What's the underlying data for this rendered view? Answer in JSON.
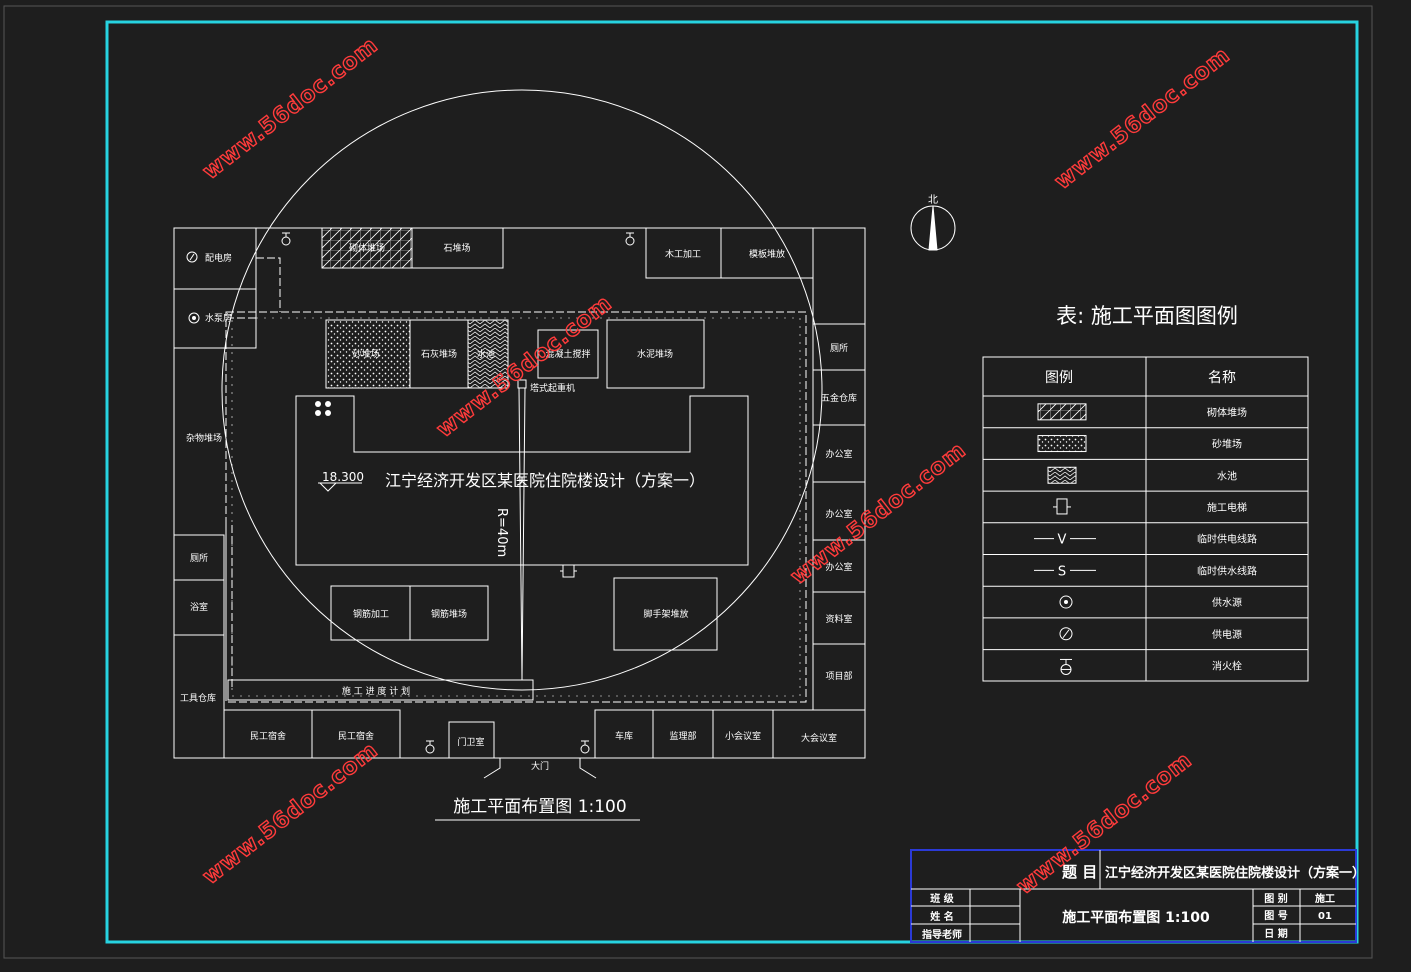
{
  "site": {
    "north": "北",
    "title": "施工平面布置图 1:100",
    "building_label": "江宁经济开发区某医院住院楼设计（方案一）",
    "elevation": "18.300",
    "crane_radius": "R=40m",
    "crane_label": "塔式起重机",
    "gate_label": "大门",
    "progress_label": "施 工 进 度 计 划",
    "rooms": {
      "power": "配电房",
      "pump": "水泵房",
      "brick_yard": "砌体堆场",
      "stone_yard": "石堆场",
      "carpentry": "木工加工",
      "formwork": "模板堆放",
      "sand_yard": "砂堆场",
      "lime_yard": "石灰堆场",
      "pool": "水池",
      "concrete_mix": "混凝土搅拌",
      "cement_yard": "水泥堆场",
      "toilet_right": "厕所",
      "hardware": "五金仓库",
      "office1": "办公室",
      "office2": "办公室",
      "office3": "办公室",
      "archive": "资料室",
      "project_dept": "项目部",
      "misc_yard": "杂物堆场",
      "toilet_left": "厕所",
      "bath": "浴室",
      "tool_room": "工具仓库",
      "rebar_process": "钢筋加工",
      "rebar_yard": "钢筋堆场",
      "scaffold": "脚手架堆放",
      "dorm1": "民工宿舍",
      "dorm2": "民工宿舍",
      "guard": "门卫室",
      "garage": "车库",
      "supervision": "监理部",
      "meeting_small": "小会议室",
      "meeting_large": "大会议室"
    }
  },
  "legend": {
    "title": "表: 施工平面图图例",
    "col_symbol": "图例",
    "col_name": "名称",
    "rows": [
      {
        "icon": "brick-hatch-icon",
        "name": "砌体堆场"
      },
      {
        "icon": "sand-dots-icon",
        "name": "砂堆场"
      },
      {
        "icon": "pool-wave-icon",
        "name": "水池"
      },
      {
        "icon": "elevator-icon",
        "name": "施工电梯"
      },
      {
        "icon": "power-line-icon",
        "symbol": "V",
        "name": "临时供电线路"
      },
      {
        "icon": "water-line-icon",
        "symbol": "S",
        "name": "临时供水线路"
      },
      {
        "icon": "water-source-icon",
        "name": "供水源"
      },
      {
        "icon": "power-source-icon",
        "name": "供电源"
      },
      {
        "icon": "hydrant-icon",
        "name": "消火栓"
      }
    ]
  },
  "titleblock": {
    "topic_label": "题 目",
    "topic": "江宁经济开发区某医院住院楼设计（方案一）",
    "class_label": "班 级",
    "name_label": "姓 名",
    "advisor_label": "指导老师",
    "drawing_title": "施工平面布置图 1:100",
    "category_label": "图 别",
    "category": "施工",
    "number_label": "图 号",
    "number": "01",
    "date_label": "日 期"
  },
  "watermark": "www.56doc.com",
  "colors": {
    "background": "#1e1e1e",
    "frame": "#27d3e0",
    "titleblock_frame": "#2b3ad6",
    "lines": "#ffffff",
    "watermark": "#ff3b3b"
  }
}
